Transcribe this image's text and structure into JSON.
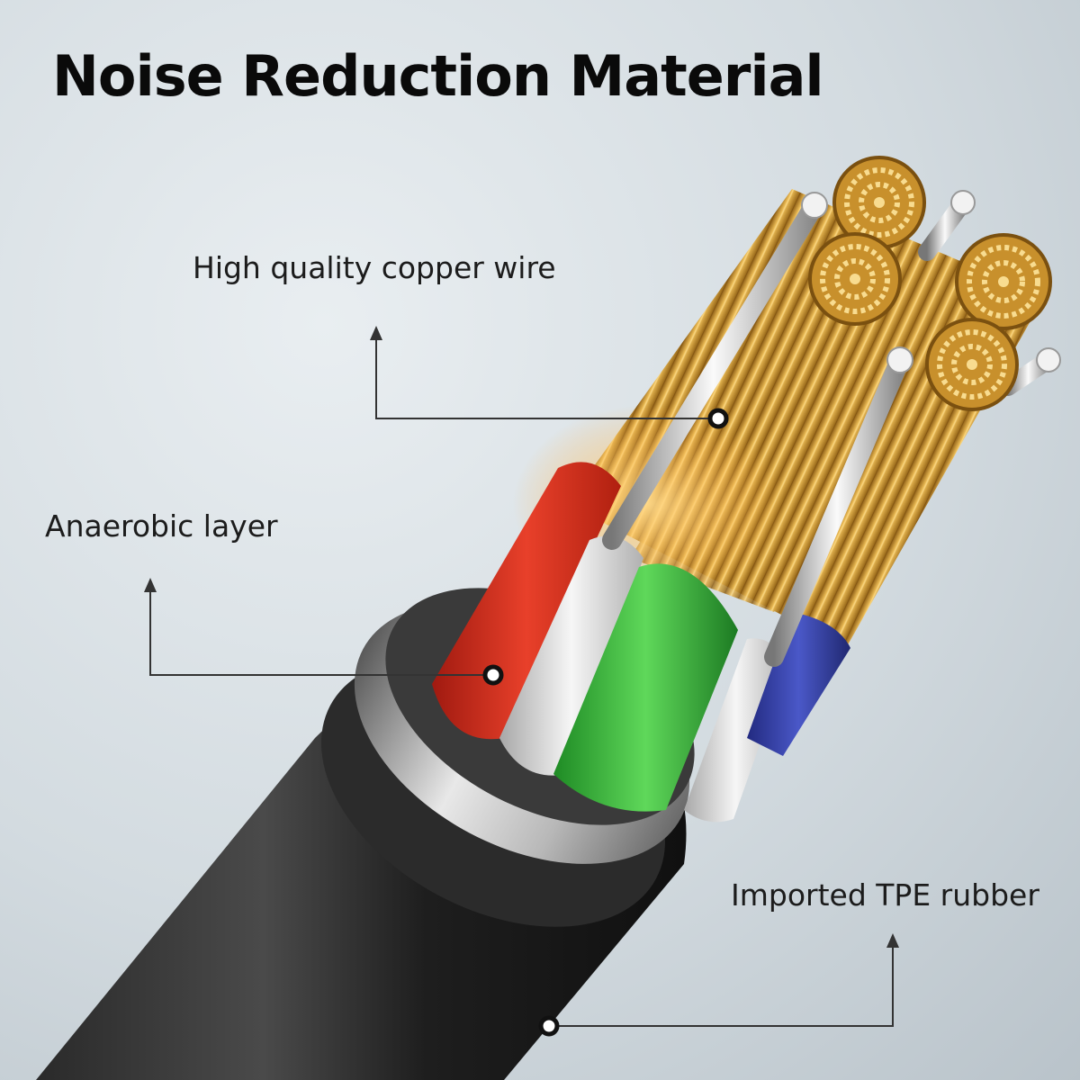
{
  "title": "Noise Reduction Material",
  "callouts": {
    "copper": "High quality copper wire",
    "anaerobic": "Anaerobic layer",
    "tpe": "Imported TPE rubber"
  },
  "colors": {
    "background": "#d3dbe0",
    "cable_jacket": "#1a1a1a",
    "shield_ring": "#c9c9c9",
    "copper": "#c98f2a",
    "insulation_red": "#d0281c",
    "insulation_green": "#37b23a",
    "insulation_blue": "#3640a8",
    "insulation_white": "#e8e8e8"
  }
}
